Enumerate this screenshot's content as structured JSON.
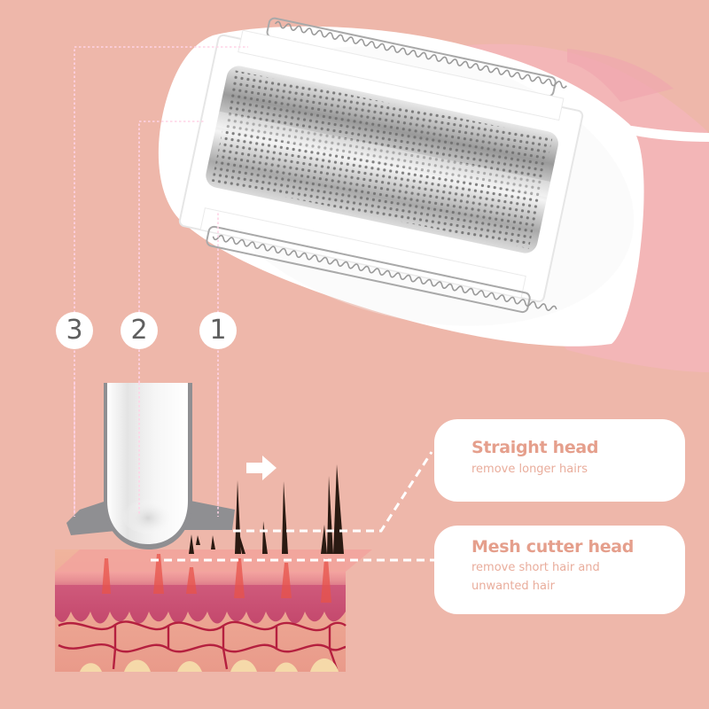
{
  "colors": {
    "background": "#eeb7aa",
    "card_bg": "#ffffff",
    "title_accent": "#e59f8c",
    "subtitle_accent": "#e9ad9c",
    "badge_text": "#5f5f5f",
    "leader_line": "#ffd6e6",
    "dashed_connector": "#ffffff",
    "handle_pink": "#f5b4b5",
    "blade_gray": "#8f8f92"
  },
  "badges": [
    {
      "number": "3",
      "target": "outer frame"
    },
    {
      "number": "2",
      "target": "mesh cutter head"
    },
    {
      "number": "1",
      "target": "straight trimmer teeth"
    }
  ],
  "features": [
    {
      "title": "Straight head",
      "description": "remove longer hairs"
    },
    {
      "title": "Mesh cutter head",
      "description_line1": "remove short hair and",
      "description_line2": "unwanted hair"
    }
  ],
  "icons": {
    "direction_arrow": "arrow-right-icon"
  },
  "illustration": {
    "product": "lady shaver head with foil mesh cylinder and comb teeth",
    "cross_section": "skin layers with hair follicles"
  }
}
